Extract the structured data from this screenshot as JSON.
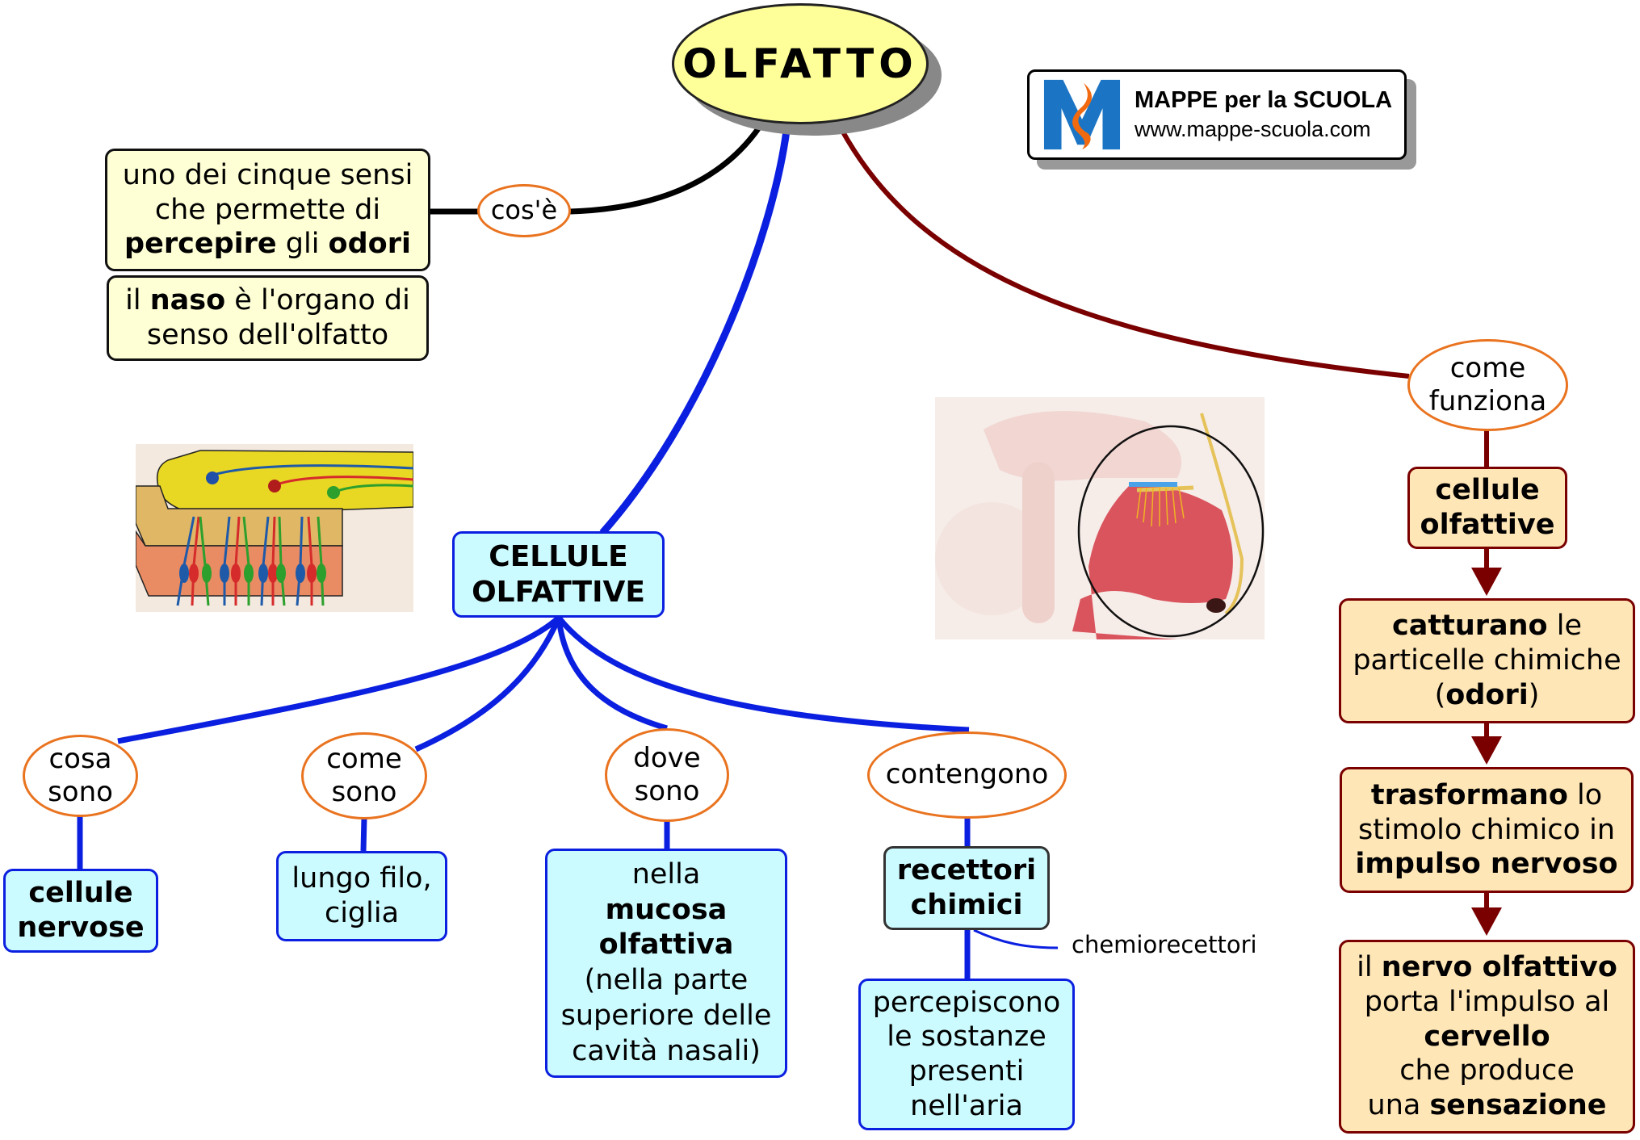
{
  "root": {
    "label": "OLFATTO"
  },
  "logo": {
    "title": "MAPPE per la SCUOLA",
    "url": "www.mappe-scuola.com"
  },
  "colors": {
    "root_fill": "#ffff99",
    "link_black": "#000000",
    "link_blue": "#0b1fe0",
    "link_darkred": "#7a0000",
    "oval_border": "#e9731f",
    "yellow_box": "#ffffd6",
    "cyan_box": "#ccfbff",
    "peach_box": "#ffe6b6",
    "logo_blue": "#1b75c4",
    "logo_orange": "#f26a10"
  },
  "cos_e": {
    "link_label": "cos'è",
    "definition": {
      "l1": "uno dei cinque sensi",
      "l2": "che permette di",
      "b1": "percepire",
      "m1": " gli ",
      "b2": "odori"
    },
    "organ": {
      "p1": "il ",
      "b1": "naso",
      "p2": " è l'organo di",
      "l2": "senso dell'olfatto"
    }
  },
  "cellule": {
    "title_l1": "CELLULE",
    "title_l2": "OLFATTIVE",
    "branches": [
      {
        "link_label_l1": "cosa",
        "link_label_l2": "sono",
        "content": {
          "b1": "cellule",
          "b2": "nervose"
        }
      },
      {
        "link_label_l1": "come",
        "link_label_l2": "sono",
        "content": {
          "l1": "lungo filo,",
          "l2": "ciglia"
        }
      },
      {
        "link_label_l1": "dove",
        "link_label_l2": "sono",
        "content": {
          "l1": "nella",
          "b1": "mucosa",
          "b2": "olfattiva",
          "l2": "(nella parte",
          "l3": "superiore delle",
          "l4": "cavità nasali)"
        }
      },
      {
        "link_label": "contengono",
        "content": {
          "b1": "recettori",
          "b2": "chimici"
        },
        "synonym": "chemiorecettori",
        "detail": {
          "l1": "percepiscono",
          "l2": "le sostanze",
          "l3": "presenti",
          "l4": "nell'aria"
        }
      }
    ]
  },
  "funzione": {
    "link_label_l1": "come",
    "link_label_l2": "funziona",
    "steps": [
      {
        "b1": "cellule",
        "b2": "olfattive"
      },
      {
        "b1": "catturano",
        "p1": " le",
        "l2": "particelle chimiche",
        "p2": "(",
        "b2": "odori",
        "p3": ")"
      },
      {
        "b1": "trasformano",
        "p1": " lo",
        "l2": "stimolo chimico in",
        "b2": "impulso nervoso"
      },
      {
        "p1": "il ",
        "b1": "nervo olfattivo",
        "l2": "porta l'impulso al",
        "b2": "cervello",
        "l3": "che produce",
        "p2": "una ",
        "b3": "sensazione"
      }
    ]
  },
  "illustrations": {
    "neurons": "olfactory-neurons-diagram",
    "head": "nasal-cavity-cross-section"
  }
}
